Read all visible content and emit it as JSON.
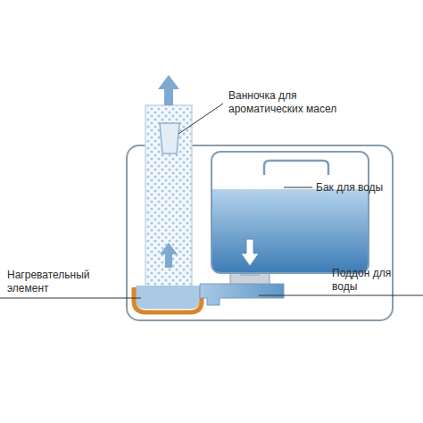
{
  "diagram": {
    "labels": [
      "Ванночка для ароматических масел",
      "Бак для воды",
      "Нагревательный элемент",
      "Поддон для воды"
    ]
  }
}
